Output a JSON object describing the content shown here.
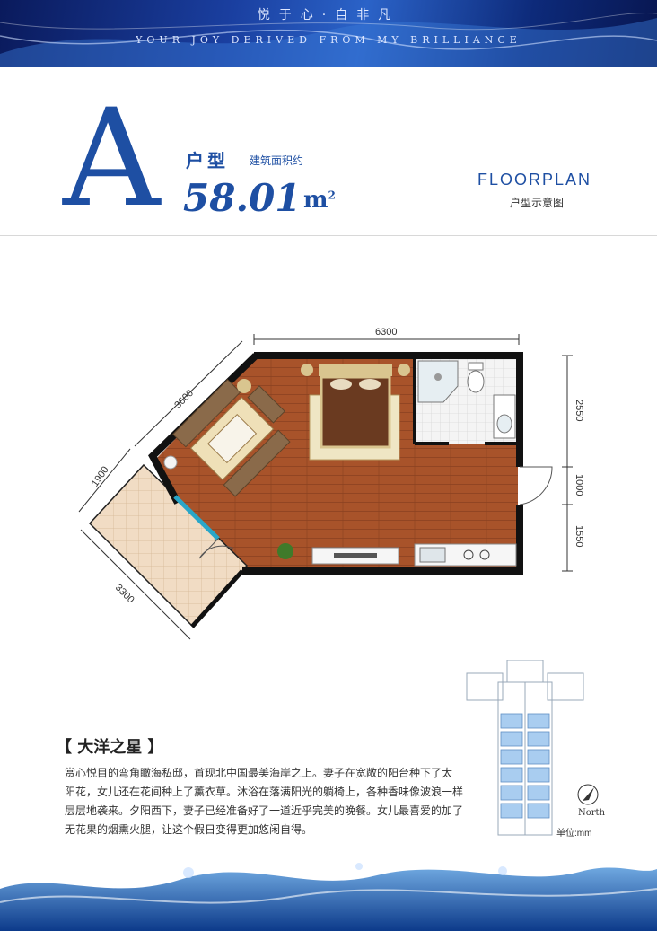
{
  "banner": {
    "slogan_cn": "悦于心·自非凡",
    "slogan_en": "YOUR JOY DERIVED FROM MY BRILLIANCE"
  },
  "header": {
    "unit_letter": "A",
    "unit_type": "户型",
    "area_label": "建筑面积约",
    "area_value": "58.01",
    "area_unit": "m",
    "area_unit_sup": "2",
    "floorplan_title": "FLOORPLAN",
    "floorplan_subtitle": "户型示意图"
  },
  "dimensions": {
    "top": "6300",
    "diagonal_upper": "3600",
    "diagonal_left": "1900",
    "diagonal_lower": "3300",
    "right_1": "2550",
    "right_2": "1000",
    "right_3": "1550"
  },
  "description": {
    "title": "【 大洋之星 】",
    "lines": [
      "赏心悦目的弯角瞰海私邸，首现北中国最美海岸之上。妻子在宽敞的阳台种下了太",
      "阳花，女儿还在花间种上了薰衣草。沐浴在落满阳光的躺椅上，各种香味像波浪一样",
      "层层地袭来。夕阳西下，妻子已经准备好了一道近乎完美的晚餐。女儿最喜爱的加了",
      "无花果的烟熏火腿，让这个假日变得更加悠闲自得。"
    ]
  },
  "site": {
    "north_label": "North",
    "unit_note": "单位:mm"
  },
  "colors": {
    "brand_blue": "#1e4fa3",
    "wall": "#111111",
    "floor_wood": "#a8532a",
    "balcony_tile": "#f1dcc4",
    "tower_blue": "#a9cdf0"
  }
}
